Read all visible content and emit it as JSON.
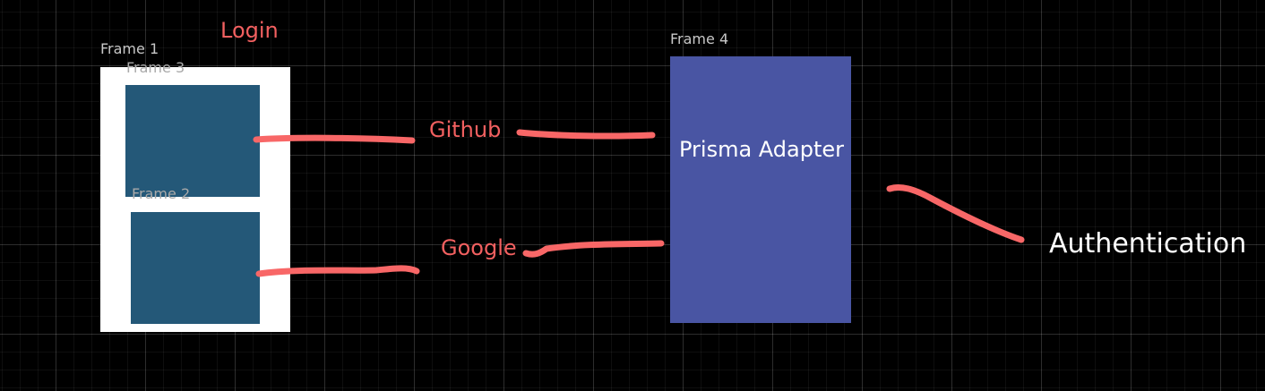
{
  "frames": {
    "frame1_label": "Frame 1",
    "frame3_label": "Frame 3",
    "frame2_label": "Frame 2",
    "frame4_label": "Frame 4"
  },
  "labels": {
    "login": "Login",
    "github": "Github",
    "google": "Google",
    "prisma_adapter": "Prisma Adapter",
    "authentication": "Authentication"
  },
  "colors": {
    "background": "#000000",
    "grid": "#222222",
    "frame_white": "#ffffff",
    "frame_blue": "#245878",
    "adapter_blue": "#4955a3",
    "ink_red": "#f86767",
    "text_red": "#f26060",
    "text_white": "#ffffff"
  }
}
